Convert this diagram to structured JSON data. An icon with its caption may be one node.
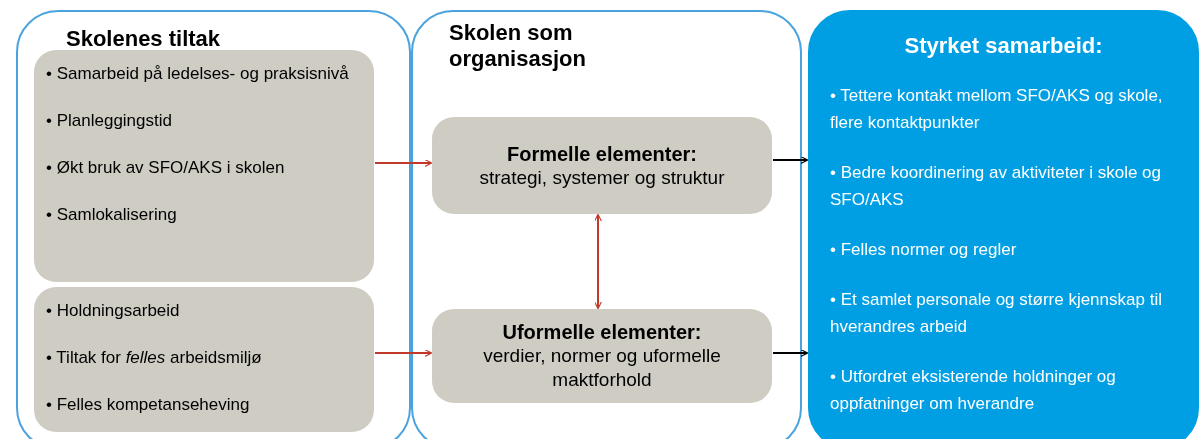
{
  "diagram": {
    "nodes": [
      {
        "text": [
          "Skolenes tiltak"
        ]
      },
      {
        "text": [
          "• Samarbeid på ledelses- og praksisnivå",
          "• Planleggingstid",
          "• Økt bruk av SFO/AKS i skolen",
          "• Samlokalisering"
        ],
        "in": 0
      },
      {
        "text": [
          "• Holdningsarbeid",
          "• Tiltak for *felles* arbeidsmiljø",
          "• Felles kompetanseheving"
        ],
        "in": 0
      },
      {
        "text": [
          "Skolen som organisasjon"
        ]
      },
      {
        "text": [
          "Formelle elementer:",
          "strategi, systemer og struktur"
        ],
        "in": 3
      },
      {
        "text": [
          "Uformelle elementer:",
          "verdier, normer og uformelle maktforhold"
        ],
        "in": 3
      },
      {
        "text": [
          "Styrket samarbeid:",
          "• Tettere kontakt mellom SFO/AKS og skole, flere kontaktpunkter",
          "• Bedre koordinering av aktiviteter i skole og SFO/AKS",
          "• Felles normer og regler",
          "• Et samlet personale og større kjennskap til hverandres arbeid",
          "• Utfordret eksisterende holdninger og oppfatninger om hverandre"
        ]
      }
    ],
    "edges": [
      {
        "from": 1,
        "to": 4,
        "arrow": "to"
      },
      {
        "from": 2,
        "to": 5,
        "arrow": "to"
      },
      {
        "from": 4,
        "to": 5,
        "arrow": "both"
      },
      {
        "from": 4,
        "to": 6,
        "arrow": "to",
        "color": "#000000"
      },
      {
        "from": 5,
        "to": 6,
        "arrow": "to",
        "color": "#000000"
      }
    ]
  }
}
